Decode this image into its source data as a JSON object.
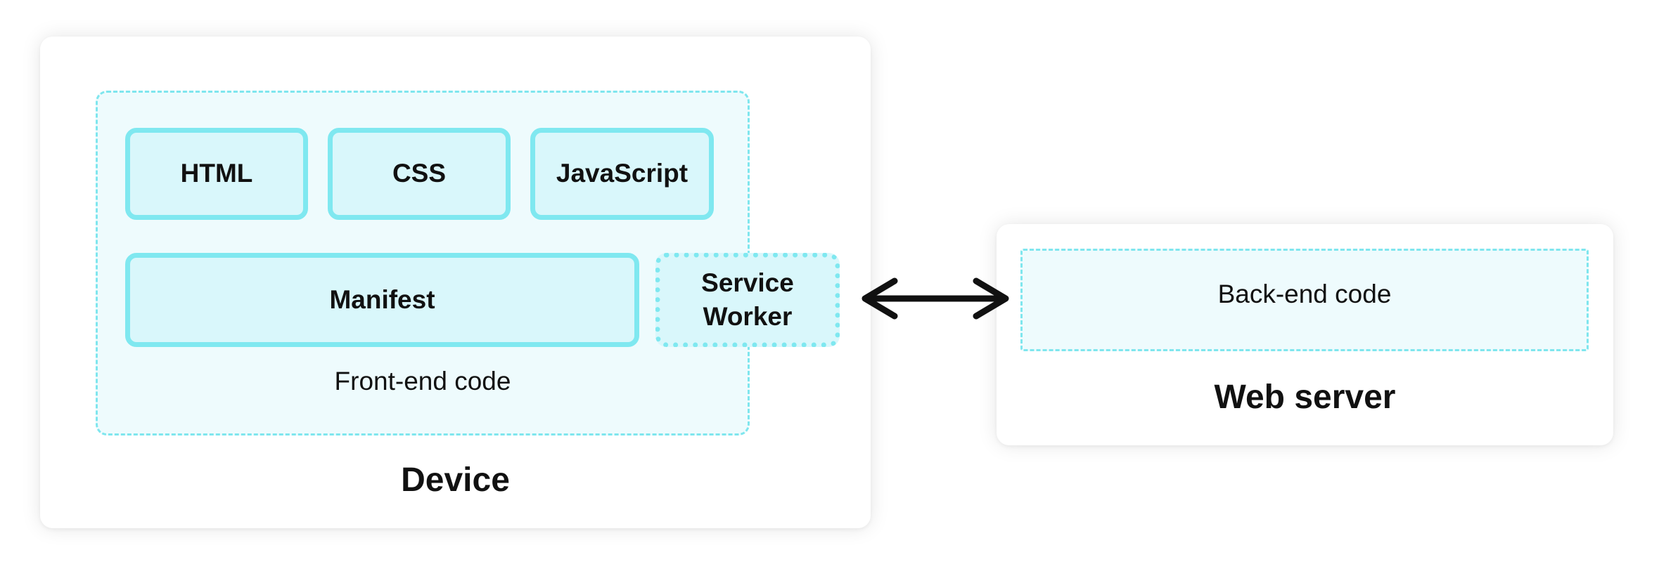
{
  "device": {
    "title": "Device",
    "frontend": {
      "label": "Front-end code",
      "blocks": {
        "html": "HTML",
        "css": "CSS",
        "javascript": "JavaScript",
        "manifest": "Manifest",
        "service_worker": "Service\nWorker"
      }
    }
  },
  "server": {
    "title": "Web server",
    "backend": {
      "label": "Back-end code"
    }
  },
  "connection": {
    "type": "bidirectional-arrow-icon"
  },
  "colors": {
    "accent_border": "#7fe8f0",
    "block_fill": "#d9f7fb",
    "area_fill": "#eefbfd",
    "arrow": "#111111"
  }
}
